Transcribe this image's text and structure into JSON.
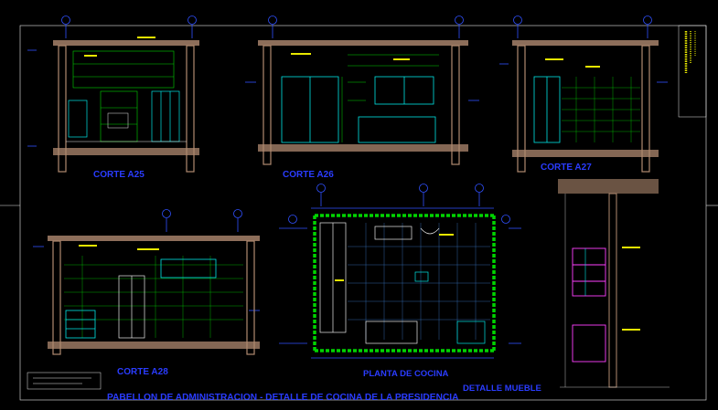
{
  "drawing": {
    "sheet_title": "PABELLON DE ADMINISTRACION - DETALLE DE COCINA DE LA PRESIDENCIA",
    "views": [
      {
        "id": "a25",
        "title": "CORTE  A25"
      },
      {
        "id": "a26",
        "title": "CORTE  A26"
      },
      {
        "id": "a27",
        "title": "CORTE  A27"
      },
      {
        "id": "a28",
        "title": "CORTE  A28"
      },
      {
        "id": "planta",
        "title": "PLANTA DE COCINA"
      },
      {
        "id": "mueble",
        "title": "DETALLE MUEBLE"
      }
    ]
  },
  "colors": {
    "background": "#000000",
    "title_blue": "#2a3cff",
    "cyan": "#00e5e5",
    "green": "#00d400",
    "yellow": "#e8e800",
    "white": "#e8e8e8",
    "red": "#ff2020",
    "magenta": "#ff40ff",
    "blue_line": "#3050ff",
    "hatch": "#b08a70"
  }
}
